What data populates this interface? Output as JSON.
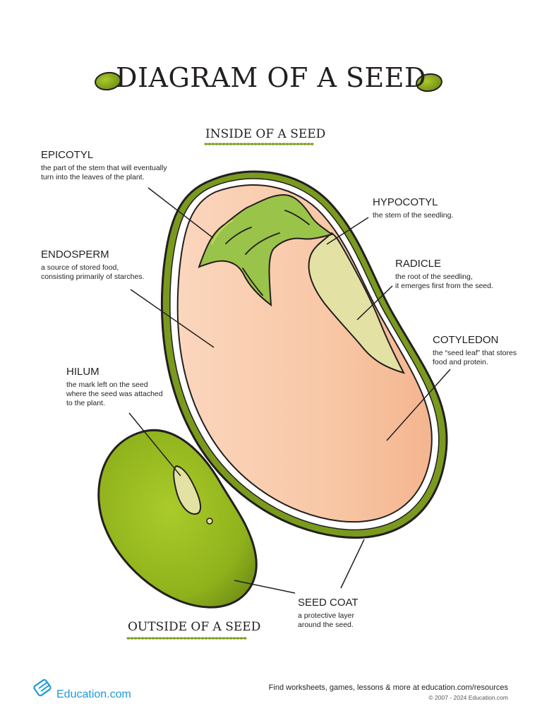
{
  "title": "DIAGRAM OF A SEED",
  "inside_title": "INSIDE OF A SEED",
  "outside_title": "OUTSIDE OF A SEED",
  "labels": {
    "epicotyl": {
      "name": "EPICOTYL",
      "desc_lines": [
        "the part of the stem that will eventually",
        "turn into the leaves of the plant."
      ]
    },
    "endosperm": {
      "name": "ENDOSPERM",
      "desc_lines": [
        "a source of stored food,",
        "consisting primarily of starches."
      ]
    },
    "hilum": {
      "name": "HILUM",
      "desc_lines": [
        "the mark left on the seed",
        "where the seed was attached",
        "to the plant."
      ]
    },
    "hypocotyl": {
      "name": "HYPOCOTYL",
      "desc_lines": [
        "the stem of the seedling."
      ]
    },
    "radicle": {
      "name": "RADICLE",
      "desc_lines": [
        "the root of the seedling,",
        "it emerges first from the seed."
      ]
    },
    "cotyledon": {
      "name": "COTYLEDON",
      "desc_lines": [
        "the “seed leaf” that stores",
        "food and protein."
      ]
    },
    "seed_coat": {
      "name": "SEED COAT",
      "desc_lines": [
        "a protective layer",
        "around the seed."
      ]
    }
  },
  "footer": {
    "logo": "Education.com",
    "tagline": "Find worksheets, games, lessons & more at education.com/resources",
    "copyright": "© 2007 - 2024 Education.com"
  },
  "colors": {
    "seed_green": "#8fb21c",
    "seed_green_dark": "#5f7a10",
    "seed_coat": "#7a9a1e",
    "cotyledon_peach": "#f7c6a5",
    "leaf_green": "#9ac34a",
    "radicle_cream": "#e3e2a4",
    "brand_blue": "#1b9bd7"
  },
  "icons": [
    "bean-icon",
    "education-logo-icon"
  ]
}
